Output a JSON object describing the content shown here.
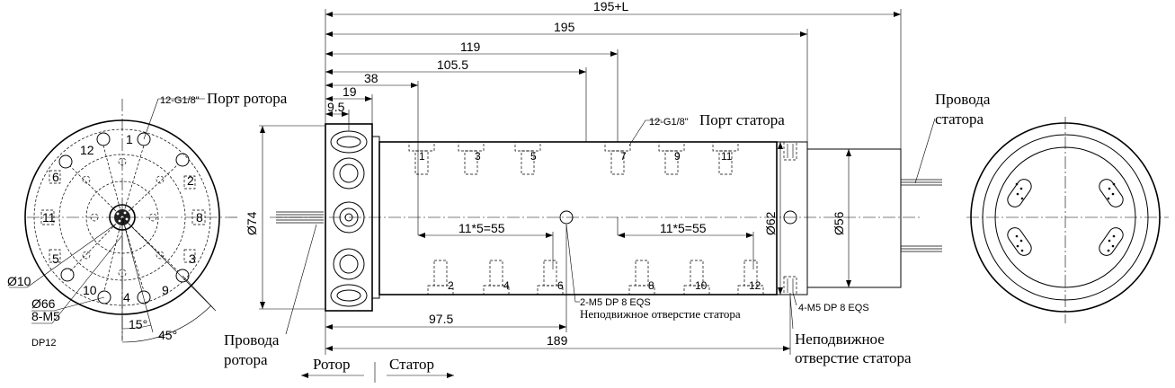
{
  "dimensions": {
    "d195L": "195+L",
    "d195": "195",
    "d119": "119",
    "d105_5": "105.5",
    "d38": "38",
    "d19": "19",
    "d9_5": "9.5",
    "d74": "Ø74",
    "d62": "Ø62",
    "d56": "Ø56",
    "pitch_left": "11*5=55",
    "pitch_right": "11*5=55",
    "d97_5": "97.5",
    "d189": "189",
    "d10": "Ø10",
    "d66": "Ø66",
    "ang15": "15°",
    "ang45": "45°"
  },
  "labels": {
    "rotor_port_spec": "12-G1/8\"",
    "rotor_port": "Порт ротора",
    "stator_port_spec": "12-G1/8\"",
    "stator_port": "Порт статора",
    "stator_wires_1": "Провода",
    "stator_wires_2": "статора",
    "rotor_wires_1": "Провода",
    "rotor_wires_2": "ротора",
    "holes_spec": "8-M5",
    "holes_depth": "DP12",
    "fixed_hole_spec_1": "2-M5 DP 8 EQS",
    "fixed_hole_1": "Неподвижное отверстие статора",
    "fixed_hole_spec_2": "4-M5 DP 8 EQS",
    "fixed_hole_2a": "Неподвижное",
    "fixed_hole_2b": "отверстие статора",
    "rotor": "Ротор",
    "stator": "Статор"
  },
  "port_numbers": {
    "top": [
      "1",
      "3",
      "5",
      "7",
      "9",
      "11"
    ],
    "bottom": [
      "2",
      "4",
      "6",
      "8",
      "10",
      "12"
    ],
    "end_view": [
      "12",
      "1",
      "2",
      "3",
      "4",
      "5",
      "6",
      "8",
      "9",
      "10",
      "11"
    ]
  }
}
